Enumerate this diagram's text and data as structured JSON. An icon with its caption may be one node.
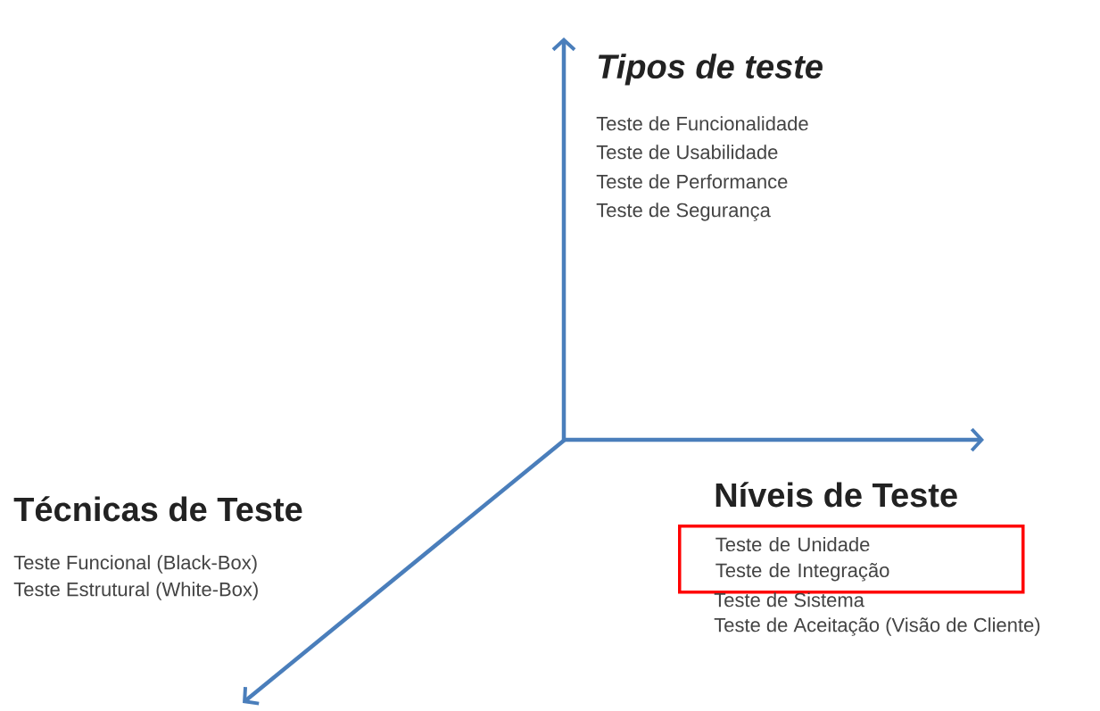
{
  "diagram": {
    "nodes": [
      {
        "text": [
          "Teste de Unidade",
          "Teste de Integração"
        ]
      }
    ],
    "edges": [],
    "labels": [
      "Tipos de teste",
      "Teste de Funcionalidade",
      "Teste de Usabilidade",
      "Teste de Performance",
      "Teste de Segurança",
      "Técnicas de Teste",
      "Teste Funcional (Black-Box)",
      "Teste Estrutural (White-Box)",
      "Níveis de Teste",
      "Teste de Sistema",
      "Teste de Aceitação (Visão de Cliente)"
    ]
  }
}
